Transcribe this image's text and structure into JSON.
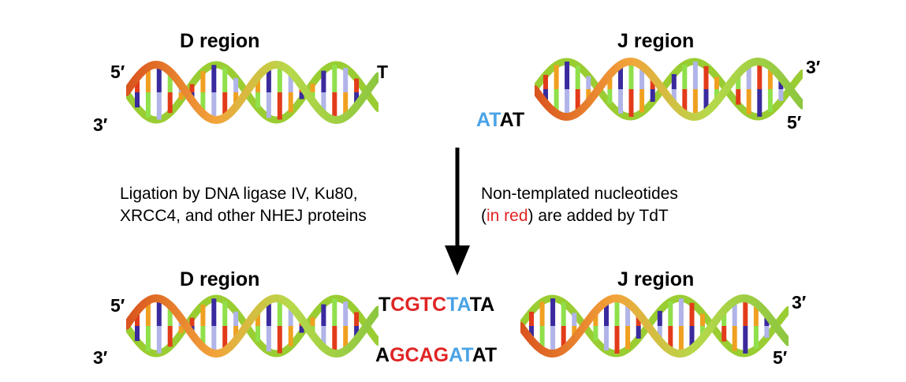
{
  "colors": {
    "black": "#000000",
    "red": "#e02424",
    "blue": "#4aa3e6",
    "strand_orange": "#e8821d",
    "strand_green": "#9acd32",
    "base_colors": [
      "#e23b1a",
      "#f0a020",
      "#3a2a9e",
      "#8fe04a",
      "#b0b4e8"
    ]
  },
  "top": {
    "d_region": {
      "title": "D region",
      "end_top_left": "5′",
      "end_bottom_left": "3′",
      "end_top_right": "T"
    },
    "j_region": {
      "title": "J region",
      "end_top_right": "3′",
      "end_bottom_right": "5′",
      "overhang": [
        {
          "text": "AT",
          "color": "blue"
        },
        {
          "text": "AT",
          "color": "black"
        }
      ]
    }
  },
  "middle": {
    "left_note": {
      "line1": "Ligation by DNA ligase IV, Ku80,",
      "line2": "XRCC4, and other NHEJ proteins"
    },
    "right_note": {
      "line1": "Non-templated nucleotides",
      "line2_open": "(",
      "line2_red": "in red",
      "line2_rest": ") are added by TdT"
    }
  },
  "bottom": {
    "d_region": {
      "title": "D  region",
      "end_top_left": "5′",
      "end_bottom_left": "3′"
    },
    "j_region": {
      "title": "J region",
      "end_top_right": "3′",
      "end_bottom_right": "5′"
    },
    "top_strand": [
      {
        "text": "T",
        "color": "black"
      },
      {
        "text": "CGTC",
        "color": "red"
      },
      {
        "text": "TA",
        "color": "blue"
      },
      {
        "text": "TA",
        "color": "black"
      }
    ],
    "bottom_strand": [
      {
        "text": "A",
        "color": "black"
      },
      {
        "text": "GCAG",
        "color": "red"
      },
      {
        "text": "AT",
        "color": "blue"
      },
      {
        "text": "AT",
        "color": "black"
      }
    ]
  }
}
